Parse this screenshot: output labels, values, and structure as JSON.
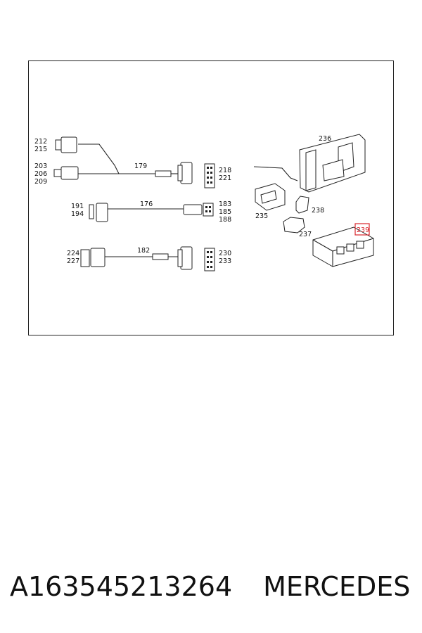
{
  "diagram": {
    "highlight_color": "#d9262c",
    "line_color": "#222222",
    "callouts": {
      "c212": "212",
      "c215": "215",
      "c179": "179",
      "c218": "218",
      "c221": "221",
      "c203": "203",
      "c206": "206",
      "c209": "209",
      "c191": "191",
      "c194": "194",
      "c176": "176",
      "c183": "183",
      "c185": "185",
      "c188": "188",
      "c224": "224",
      "c227": "227",
      "c182": "182",
      "c230": "230",
      "c233": "233",
      "c236": "236",
      "c235": "235",
      "c238": "238",
      "c237": "237",
      "c239": "239"
    },
    "highlighted_callout": "239"
  },
  "caption": {
    "part_number": "A163545213264",
    "brand": "MERCEDES"
  }
}
